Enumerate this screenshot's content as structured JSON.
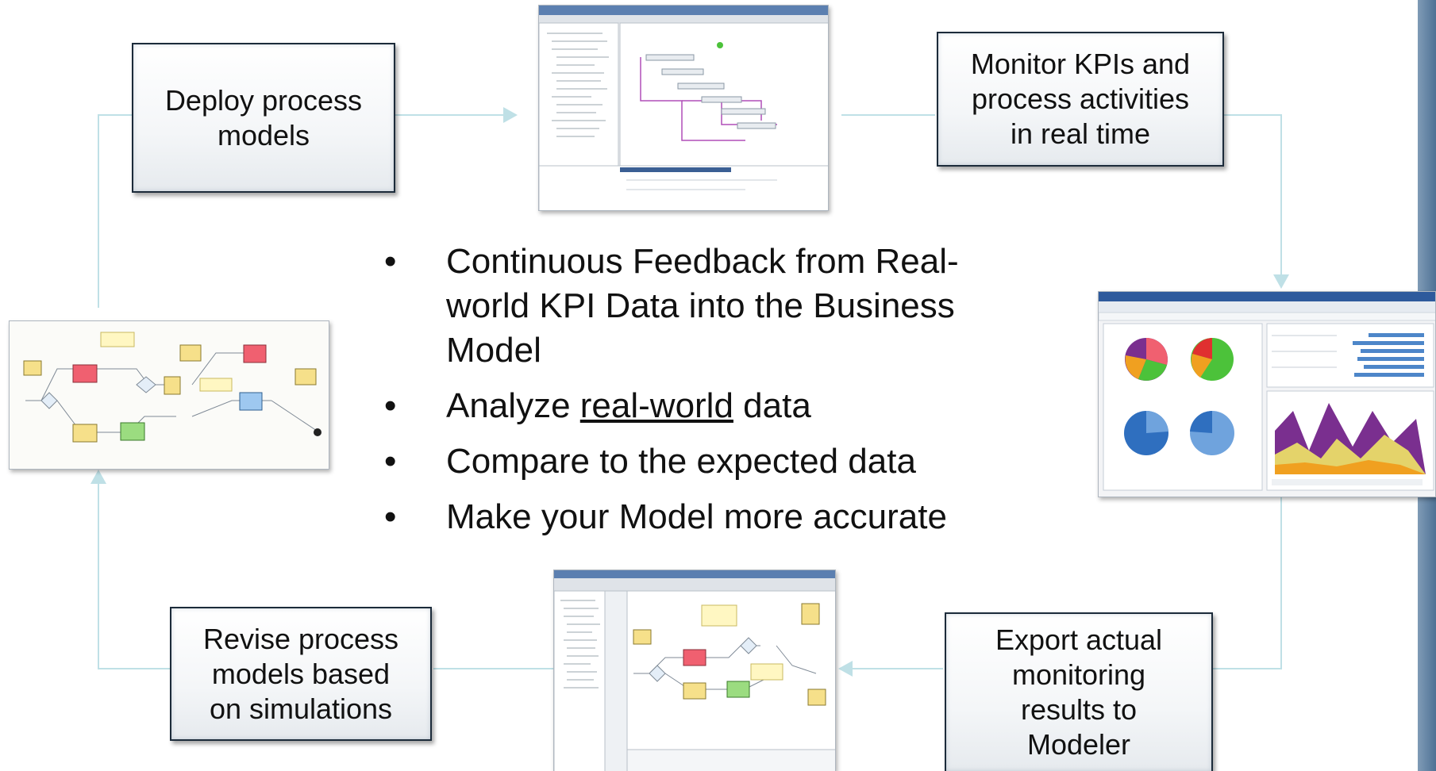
{
  "boxes": {
    "deploy": "Deploy process\nmodels",
    "monitor": "Monitor KPIs and\nprocess activities\nin real time",
    "revise": "Revise process\nmodels based\non simulations",
    "export": "Export actual\nmonitoring\nresults to\nModeler"
  },
  "bullets": {
    "marker": "•",
    "item1": "Continuous Feedback from Real-world KPI Data into the Business Model",
    "item2_pre": "Analyze ",
    "item2_underlined": "real-world",
    "item2_post": " data",
    "item3": "Compare to the expected data",
    "item4": "Make your Model more accurate"
  },
  "colors": {
    "connector": "#bfe0e6",
    "box_border": "#1c2b3a",
    "sidebar": "#5f81a3",
    "chart_green": "#4cc23a",
    "chart_blue": "#2f6fbf",
    "chart_purple": "#7a2f8f",
    "chart_orange": "#f0a020",
    "flow_red": "#f06070",
    "flow_yellow": "#f6e08a"
  },
  "screenshots": {
    "top": "deploy-tool-screenshot",
    "right": "monitor-dashboard-screenshot",
    "left": "process-model-screenshot",
    "bottom": "modeler-simulation-screenshot"
  }
}
